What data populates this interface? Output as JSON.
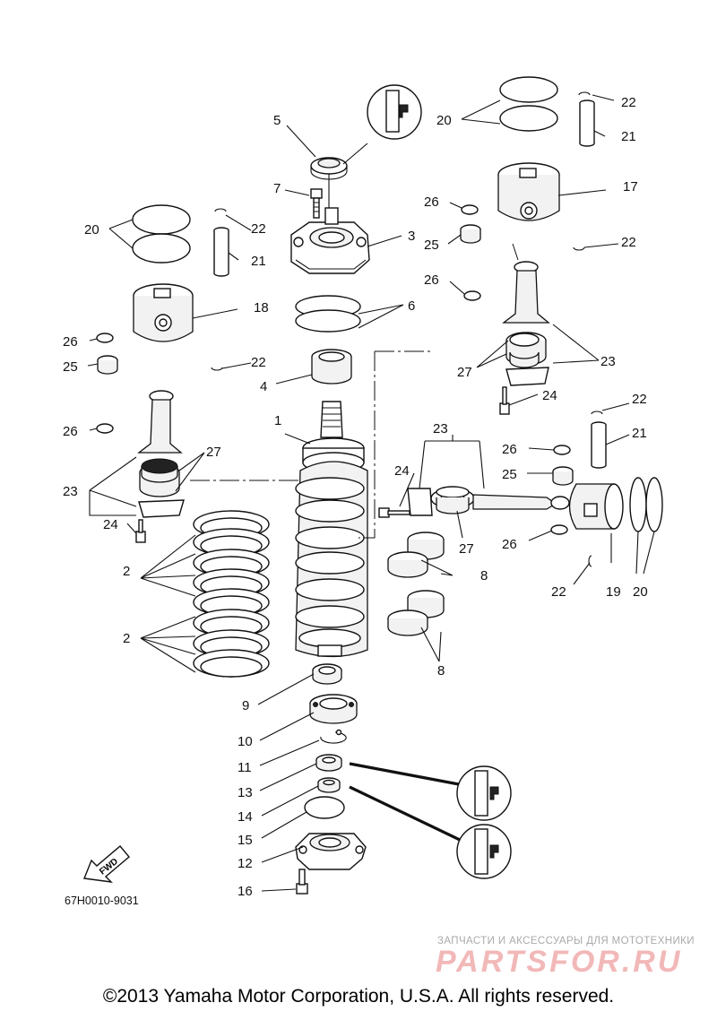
{
  "diagram": {
    "drawing_code": "67H0010-9031",
    "fwd_label": "FWD",
    "labels": {
      "l1": "1",
      "l2a": "2",
      "l2b": "2",
      "l3": "3",
      "l4": "4",
      "l5": "5",
      "l6": "6",
      "l7": "7",
      "l8a": "8",
      "l8b": "8",
      "l9": "9",
      "l10": "10",
      "l11": "11",
      "l12": "12",
      "l13": "13",
      "l14": "14",
      "l15": "15",
      "l16": "16",
      "l17": "17",
      "l18": "18",
      "l19": "19",
      "l20a": "20",
      "l20b": "20",
      "l20c": "20",
      "l21a": "21",
      "l21b": "21",
      "l21c": "21",
      "l22a": "22",
      "l22b": "22",
      "l22c": "22",
      "l22d": "22",
      "l22e": "22",
      "l22f": "22",
      "l23a": "23",
      "l23b": "23",
      "l23c": "23",
      "l24a": "24",
      "l24b": "24",
      "l24c": "24",
      "l25a": "25",
      "l25b": "25",
      "l25c": "25",
      "l26a": "26",
      "l26b": "26",
      "l26c": "26",
      "l26d": "26",
      "l26e": "26",
      "l26f": "26",
      "l27a": "27",
      "l27b": "27",
      "l27c": "27"
    }
  },
  "watermark": {
    "caption": "ЗАПЧАСТИ И АКСЕССУАРЫ ДЛЯ МОТОТЕХНИКИ",
    "brand": "PARTSFOR.RU"
  },
  "footer": {
    "copyright": "©2013 Yamaha Motor Corporation, U.S.A. All rights reserved."
  }
}
